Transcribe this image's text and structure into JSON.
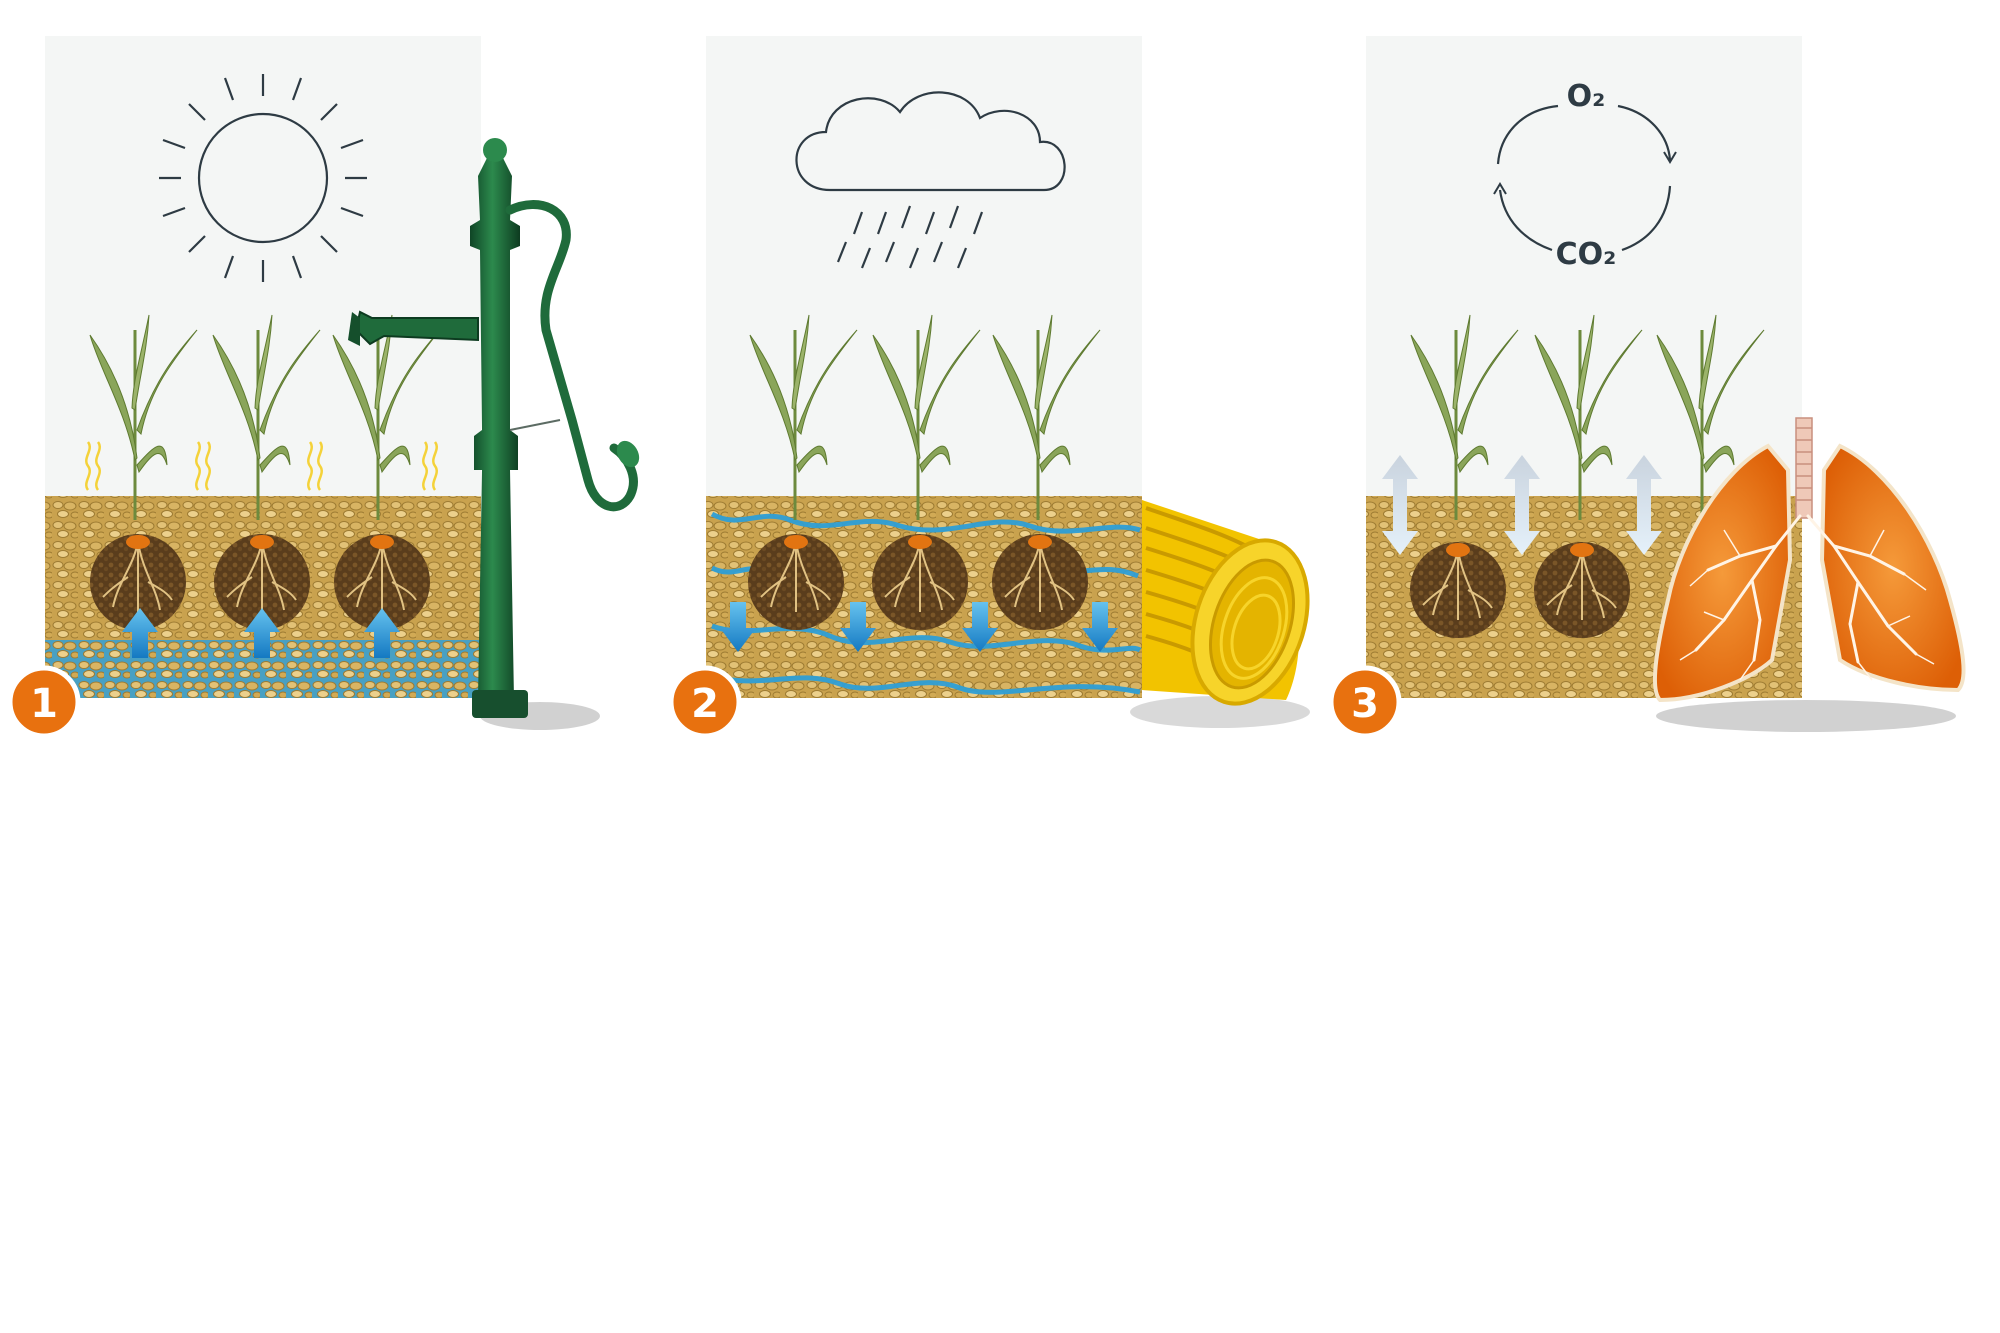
{
  "panels": [
    {
      "number": "1",
      "weather": "sun",
      "process": "capillary-rise",
      "object": "water-pump"
    },
    {
      "number": "2",
      "weather": "rain-cloud",
      "process": "drainage",
      "object": "drain-pipe"
    },
    {
      "number": "3",
      "weather": "gas-cycle",
      "process": "aeration",
      "object": "lungs"
    }
  ],
  "gas_cycle": {
    "top": "O₂",
    "bottom": "CO₂"
  },
  "colors": {
    "panel_background": "#f4f6f5",
    "soil": "#c9a24e",
    "water": "#2f9fd6",
    "badge": "#e8710f",
    "pump": "#1f6b3b",
    "pipe": "#f2c300",
    "lungs": "#ef7a12",
    "heat_waves": "#f4d23a",
    "air_arrows": "#c6d6e6"
  }
}
